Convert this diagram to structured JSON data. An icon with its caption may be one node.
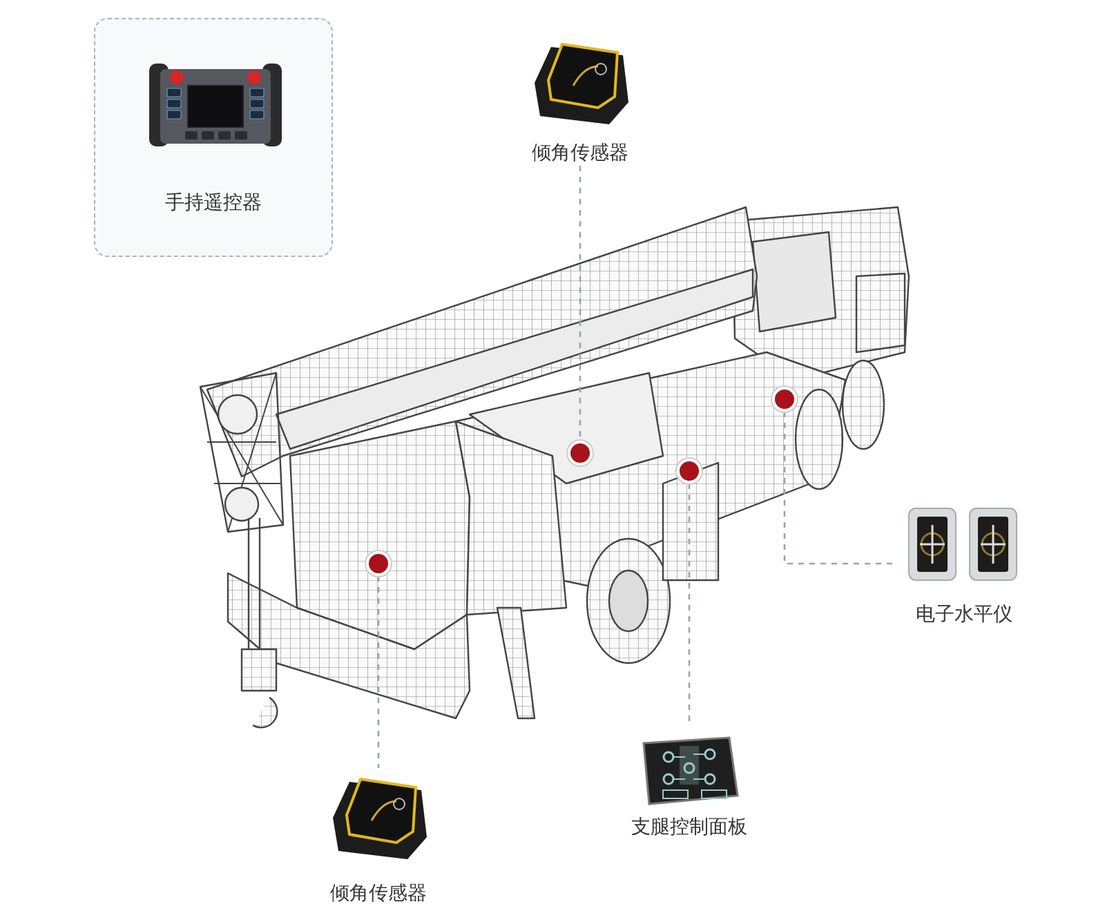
{
  "diagram": {
    "nodes": [
      {
        "text": [
          "手持遥控器"
        ]
      },
      {
        "text": [
          "倾角传感器"
        ]
      },
      {
        "text": [],
        "shape": "circle"
      },
      {
        "text": [],
        "shape": "circle"
      },
      {
        "text": [],
        "shape": "circle"
      },
      {
        "text": [],
        "shape": "circle"
      },
      {
        "text": [
          "电子水平仪"
        ]
      },
      {
        "text": [
          "支腿控制面板"
        ]
      },
      {
        "text": [
          "倾角传感器"
        ]
      }
    ],
    "edges": [
      {
        "from": 1,
        "to": 3,
        "arrow": "none",
        "style": "dashed"
      },
      {
        "from": 2,
        "to": 6,
        "arrow": "none",
        "style": "dashed"
      },
      {
        "from": 4,
        "to": 7,
        "arrow": "none",
        "style": "dashed"
      },
      {
        "from": 5,
        "to": 8,
        "arrow": "none",
        "style": "dashed"
      }
    ]
  }
}
